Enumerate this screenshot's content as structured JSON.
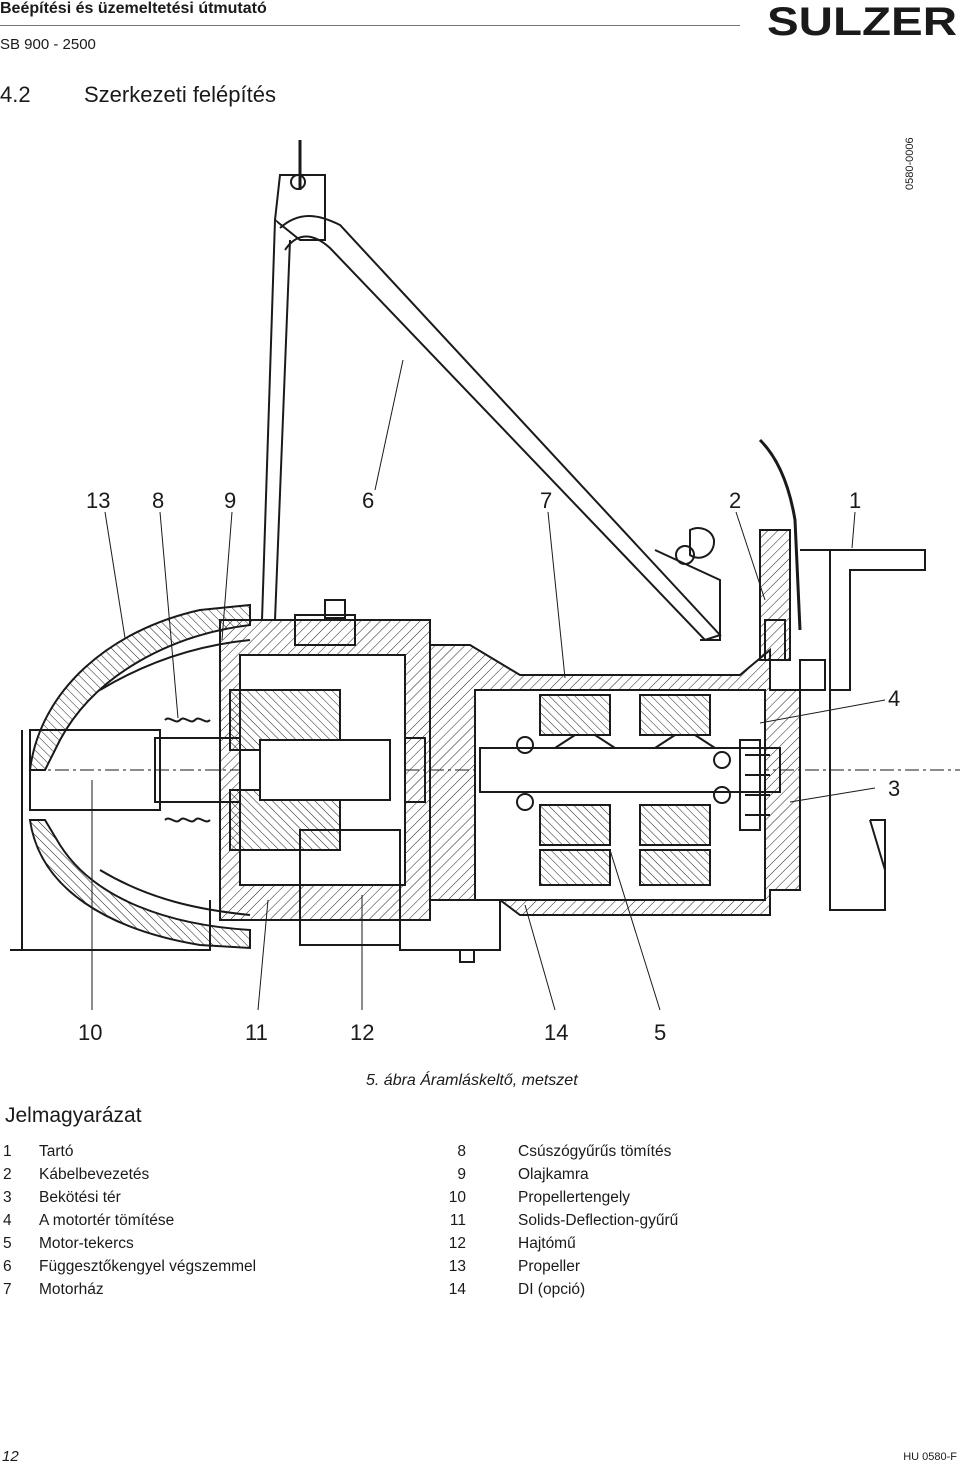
{
  "header": {
    "title": "Beépítési és üzemeltetési útmutató",
    "model": "SB 900 - 2500",
    "logo_text": "SULZER"
  },
  "section": {
    "number": "4.2",
    "title": "Szerkezeti felépítés"
  },
  "drawing_code": "0580-0006",
  "figure": {
    "caption": "5. ábra Áramláskeltő, metszet",
    "callouts": [
      "13",
      "8",
      "9",
      "6",
      "7",
      "2",
      "1",
      "4",
      "3",
      "10",
      "11",
      "12",
      "14",
      "5"
    ]
  },
  "legend": {
    "title": "Jelmagyarázat",
    "left": [
      {
        "num": "1",
        "label": "Tartó"
      },
      {
        "num": "2",
        "label": "Kábelbevezetés"
      },
      {
        "num": "3",
        "label": "Bekötési tér"
      },
      {
        "num": "4",
        "label": "A motortér tömítése"
      },
      {
        "num": "5",
        "label": "Motor-tekercs"
      },
      {
        "num": "6",
        "label": "Függesztőkengyel végszemmel"
      },
      {
        "num": "7",
        "label": "Motorház"
      }
    ],
    "right": [
      {
        "num": "8",
        "label": "Csúszógyűrűs tömítés"
      },
      {
        "num": "9",
        "label": "Olajkamra"
      },
      {
        "num": "10",
        "label": "Propellertengely"
      },
      {
        "num": "11",
        "label": "Solids-Deflection-gyűrű"
      },
      {
        "num": "12",
        "label": "Hajtómű"
      },
      {
        "num": "13",
        "label": "Propeller"
      },
      {
        "num": "14",
        "label": "DI (opció)"
      }
    ]
  },
  "footer": {
    "page": "12",
    "code": "HU 0580-F"
  }
}
